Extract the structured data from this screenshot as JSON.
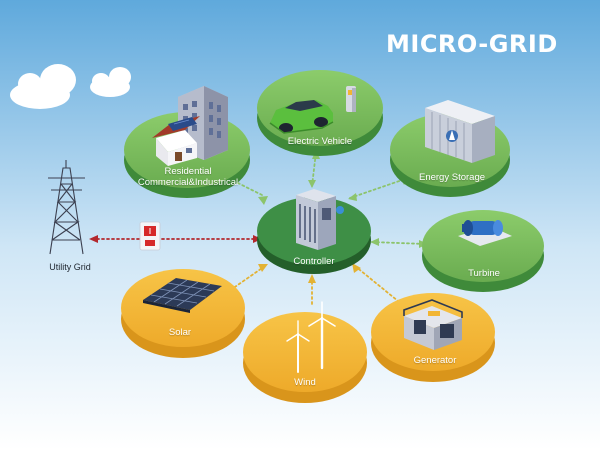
{
  "title": "MICRO-GRID",
  "nodes": {
    "residential_line1": "Residential",
    "residential_line2": "Commercial&Industrical",
    "ev": "Electric Vehicle",
    "storage": "Energy Storage",
    "controller": "Controller",
    "turbine": "Turbine",
    "solar": "Solar",
    "wind": "Wind",
    "generator": "Generator",
    "utility": "Utility Grid"
  },
  "colors": {
    "sky_top": "#5fa9dc",
    "sky_bottom": "#ffffff",
    "green_top": "#77b65a",
    "green_side": "#3f8a3a",
    "controller_top": "#3e8f46",
    "yellow_top": "#f2b533",
    "yellow_side": "#d9951b",
    "link_green": "#8cc46b",
    "link_yellow": "#e3b233",
    "link_red": "#b3282d"
  }
}
